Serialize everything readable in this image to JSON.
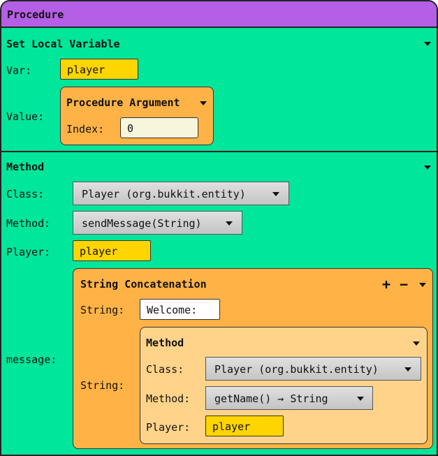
{
  "procedure": {
    "title": "Procedure"
  },
  "set_local_variable": {
    "title": "Set Local Variable",
    "var_label": "Var:",
    "var_value": "player",
    "value_label": "Value:",
    "argument": {
      "title": "Procedure Argument",
      "index_label": "Index:",
      "index_value": "0"
    }
  },
  "method": {
    "title": "Method",
    "class_label": "Class:",
    "class_value": "Player (org.bukkit.entity)",
    "method_label": "Method:",
    "method_value": "sendMessage(String)",
    "player_label": "Player:",
    "player_value": "player",
    "message_label": "message:",
    "concat": {
      "title": "String Concatenation",
      "add_symbol": "+",
      "remove_symbol": "−",
      "string1_label": "String:",
      "string1_value": "Welcome:",
      "string2_label": "String:",
      "inner_method": {
        "title": "Method",
        "class_label": "Class:",
        "class_value": "Player (org.bukkit.entity)",
        "method_label": "Method:",
        "method_value": "getName() → String",
        "player_label": "Player:",
        "player_value": "player"
      }
    }
  },
  "colors": {
    "header": "#b55ee6",
    "block": "#00e69b",
    "variable": "#ffd500",
    "argument": "#ffb347",
    "inner_method": "#ffd48a"
  }
}
